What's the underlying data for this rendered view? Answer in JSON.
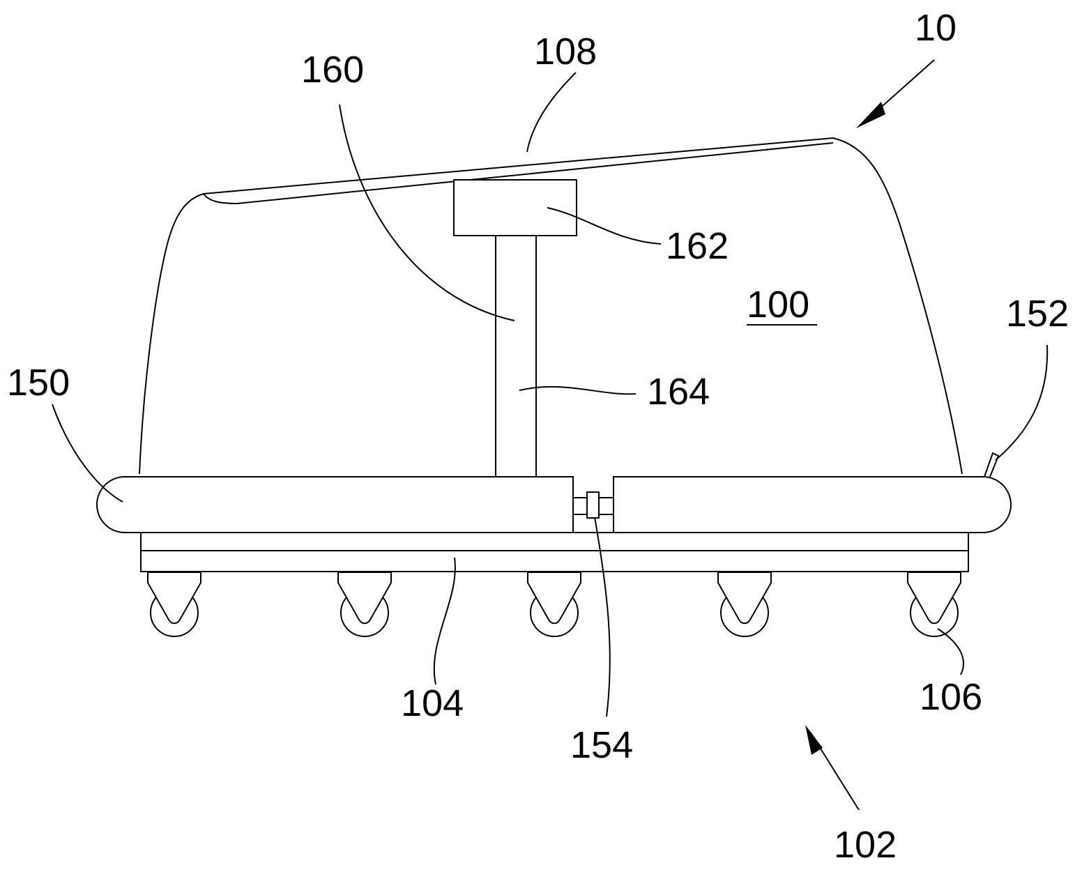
{
  "figure": {
    "labels": {
      "device": "10",
      "body": "100",
      "base": "102",
      "base_plate": "104",
      "wheel": "106",
      "top_panel": "108",
      "bumper_left": "150",
      "bumper_right_tip": "152",
      "bumper_joint": "154",
      "column_assembly": "160",
      "column_head": "162",
      "column_post": "164"
    },
    "colors": {
      "line": "#000000",
      "background": "#ffffff"
    }
  }
}
